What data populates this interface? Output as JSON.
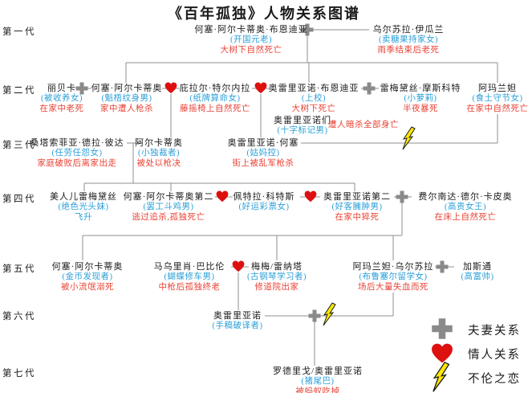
{
  "title": "《百年孤独》人物关系图谱",
  "generations": [
    "第一代",
    "第二代",
    "第三代",
    "第四代",
    "第五代",
    "第六代",
    "第七代"
  ],
  "people": {
    "jose-arcadio-buendia": {
      "name": "何塞·阿尔卡蒂奥·布恩迪亚",
      "sub": [
        [
          "(开国元老)",
          "blue"
        ],
        [
          "大树下自然死亡",
          "red"
        ]
      ]
    },
    "ursula-iguaran": {
      "name": "乌尔苏拉·伊瓜兰",
      "sub": [
        [
          "(卖糖果持家女)",
          "blue"
        ],
        [
          "雨季结束后老死",
          "red"
        ]
      ]
    },
    "rebeca": {
      "name": "丽贝卡",
      "sub": [
        [
          "(被收养女)",
          "blue"
        ],
        [
          "在家中老死",
          "red"
        ]
      ]
    },
    "jose-arcadio": {
      "name": "何塞·阿尔卡蒂奥",
      "sub": [
        [
          "(魁梧纹身男)",
          "blue"
        ],
        [
          "家中遭人枪杀",
          "red"
        ]
      ]
    },
    "pilar-ternera": {
      "name": "庇拉尔·特尔内拉",
      "sub": [
        [
          "(纸牌算命女)",
          "blue"
        ],
        [
          "藤摇椅上自然死亡",
          "red"
        ]
      ]
    },
    "aureliano-buendia": {
      "name": "奥雷里亚诺·布恩迪亚",
      "sub": [
        [
          "(上校)",
          "blue"
        ],
        [
          "大树下死亡",
          "red"
        ]
      ]
    },
    "aurelianos": {
      "name": "奥雷里亚诺们",
      "sub": [
        [
          "(十字标记男)",
          "blue"
        ]
      ]
    },
    "aurelianos-fate": {
      "name": "",
      "sub": [
        [
          "遭人暗杀全部身亡",
          "red"
        ]
      ]
    },
    "remedios-moscote": {
      "name": "雷梅黛丝·摩斯科特",
      "sub": [
        [
          "(小萝莉)",
          "blue"
        ],
        [
          "半夜暴死",
          "red"
        ]
      ]
    },
    "amaranta": {
      "name": "阿玛兰妲",
      "sub": [
        [
          "(食土守节女)",
          "blue"
        ],
        [
          "在家中自然死亡",
          "red"
        ]
      ]
    },
    "santa-sofia": {
      "name": "桑塔索菲亚·德拉·彼达",
      "sub": [
        [
          "(任劳任怨女)",
          "blue"
        ],
        [
          "家庭破败后离家出走",
          "red"
        ]
      ]
    },
    "arcadio": {
      "name": "阿尔卡蒂奥",
      "sub": [
        [
          "(小独裁者)",
          "blue"
        ],
        [
          "被处以枪决",
          "red"
        ]
      ]
    },
    "aureliano-jose": {
      "name": "奥雷里亚诺·何塞",
      "sub": [
        [
          "(姑妈控)",
          "blue"
        ],
        [
          "街上被乱军枪杀",
          "red"
        ]
      ]
    },
    "remedios-beauty": {
      "name": "美人儿雷梅黛丝",
      "sub": [
        [
          "(绝色光头妹)",
          "blue"
        ],
        [
          "飞升",
          "blue"
        ]
      ]
    },
    "jose-arcadio-ii": {
      "name": "何塞·阿尔卡蒂奥第二",
      "sub": [
        [
          "(罢工斗鸡男)",
          "blue"
        ],
        [
          "逃过追杀,孤独死亡",
          "red"
        ]
      ]
    },
    "petra-cotes": {
      "name": "佩特拉·科特斯",
      "sub": [
        [
          "(好运彩票女)",
          "blue"
        ]
      ]
    },
    "aureliano-ii": {
      "name": "奥雷里亚诺第二",
      "sub": [
        [
          "(好客臃肿男)",
          "blue"
        ],
        [
          "在家中猝死",
          "red"
        ]
      ]
    },
    "fernanda": {
      "name": "费尔南达·德尔·卡皮奥",
      "sub": [
        [
          "(高贵女王)",
          "blue"
        ],
        [
          "在床上自然死亡",
          "red"
        ]
      ]
    },
    "jose-arcadio-v": {
      "name": "何塞·阿尔卡蒂奥",
      "sub": [
        [
          "(金币发现者)",
          "blue"
        ],
        [
          "被小流氓溺死",
          "red"
        ]
      ]
    },
    "mauricio-babilonia": {
      "name": "马乌里肖·巴比伦",
      "sub": [
        [
          "(蝴蝶修车男)",
          "blue"
        ],
        [
          "中枪后孤独终老",
          "red"
        ]
      ]
    },
    "meme-renata": {
      "name": "梅梅/雷纳塔",
      "sub": [
        [
          "(古钢琴学习者)",
          "blue"
        ],
        [
          "修道院出家",
          "red"
        ]
      ]
    },
    "amaranta-ursula": {
      "name": "阿玛兰妲·乌尔苏拉",
      "sub": [
        [
          "(布鲁塞尔留学女)",
          "blue"
        ],
        [
          "场后大量失血而死",
          "red"
        ]
      ]
    },
    "gaston": {
      "name": "加斯通",
      "sub": [
        [
          "(高富帅)",
          "blue"
        ]
      ]
    },
    "aureliano-vi": {
      "name": "奥雷里亚诺",
      "sub": [
        [
          "(手稿破译者)",
          "blue"
        ]
      ]
    },
    "rodrigo-aureliano": {
      "name": "罗德里戈/奥雷里亚诺",
      "sub": [
        [
          "(猪尾巴)",
          "blue"
        ],
        [
          "被蚂蚁吃掉",
          "red"
        ]
      ]
    }
  },
  "legend": [
    {
      "icon": "cross",
      "label": "夫妻关系"
    },
    {
      "icon": "heart",
      "label": "情人关系"
    },
    {
      "icon": "lightning",
      "label": "不伦之恋"
    }
  ],
  "colors": {
    "descriptor_blue": "#2b9fd8",
    "death_red": "#e94235",
    "heart_red": "#dd1010",
    "cross_grey": "#8a8a8a",
    "line_grey": "#8f8f8f",
    "lightning_yellow": "#ffe800"
  }
}
